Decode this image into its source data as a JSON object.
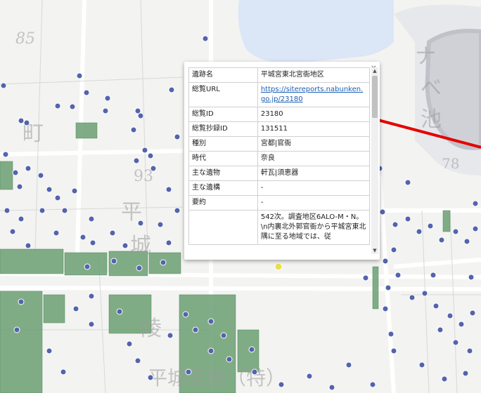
{
  "map": {
    "labels": {
      "num85": "85",
      "num93": "93",
      "num78": "78",
      "machi": "町",
      "hei": "平",
      "shiro": "城",
      "ryo": "陵",
      "ike": "池",
      "be": "べ",
      "na": "ナ",
      "palace": "平城宮跡（特）"
    },
    "colors": {
      "water": "#dbe6f7",
      "site": "#6a9f72",
      "point": "#4e5fa8",
      "highlight": "#e8e04a",
      "arrow": "#e60000"
    }
  },
  "popup": {
    "close_icon": "×",
    "scroll_up": "▲",
    "scroll_down": "▼",
    "rows": [
      {
        "key": "遺跡名",
        "value": "平城宮東北宮衙地区"
      },
      {
        "key": "総覧URL",
        "value": "https://sitereports.nabunken.go.jp/23180"
      },
      {
        "key": "総覧ID",
        "value": "23180"
      },
      {
        "key": "総覧抄録ID",
        "value": "131511"
      },
      {
        "key": "種別",
        "value": "宮都|官衙"
      },
      {
        "key": "時代",
        "value": "奈良"
      },
      {
        "key": "主な遺物",
        "value": "軒瓦|須恵器"
      },
      {
        "key": "主な遺構",
        "value": "-"
      },
      {
        "key": "要約",
        "value": "-"
      },
      {
        "key": "",
        "value": "542次。調査地区6ALO-M・N。\\n内裏北外郭官衙から平城宮東北隅に至る地域では、従"
      }
    ]
  }
}
